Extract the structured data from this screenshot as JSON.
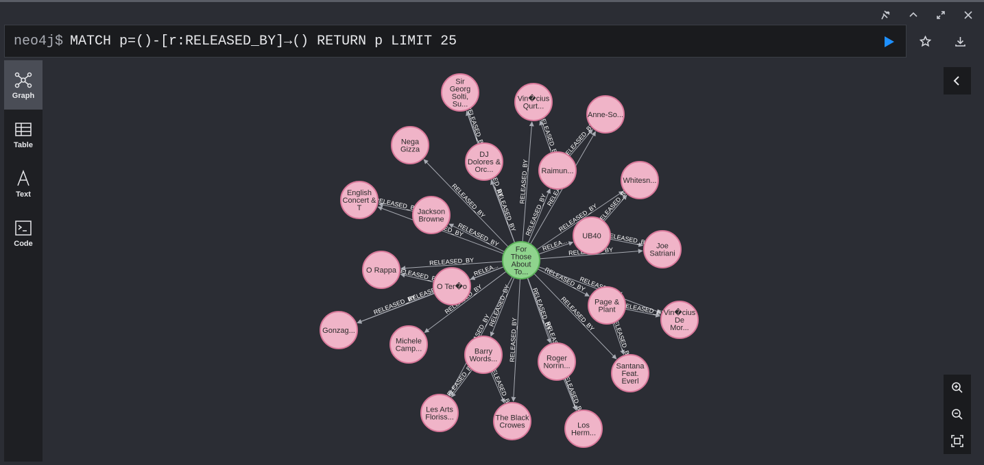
{
  "window": {
    "controls": [
      {
        "name": "pin-icon"
      },
      {
        "name": "chevron-up-icon"
      },
      {
        "name": "expand-icon"
      },
      {
        "name": "close-icon"
      }
    ]
  },
  "query_bar": {
    "prompt": "neo4j$",
    "query": "MATCH p=()-[r:RELEASED_BY]→() RETURN p LIMIT 25"
  },
  "actions": {
    "run": "play-icon",
    "favorite": "star-icon",
    "download": "download-icon"
  },
  "rail": {
    "items": [
      {
        "label": "Graph",
        "icon": "graph-icon",
        "active": true
      },
      {
        "label": "Table",
        "icon": "table-icon",
        "active": false
      },
      {
        "label": "Text",
        "icon": "text-icon",
        "active": false
      },
      {
        "label": "Code",
        "icon": "code-icon",
        "active": false
      }
    ]
  },
  "graph": {
    "center": {
      "label": [
        "For",
        "Those",
        "About",
        "To..."
      ],
      "color": "#8fd48d",
      "stroke": "#5db35b"
    },
    "node_color": "#f0b4c8",
    "node_stroke": "#d9789a",
    "edge_color": "#a8abb3",
    "relationship": "RELEASED_BY",
    "relationship_short": "RELEA...",
    "nodes": [
      {
        "id": "sir-georg",
        "label": [
          "Sir",
          "Georg",
          "Solti,",
          "Su..."
        ]
      },
      {
        "id": "vinicius-qurt",
        "label": [
          "Vin�cius",
          "Qurt..."
        ]
      },
      {
        "id": "anne-so",
        "label": [
          "Anne-So..."
        ]
      },
      {
        "id": "nega-gizza",
        "label": [
          "Nega",
          "Gizza"
        ]
      },
      {
        "id": "dj-dolores",
        "label": [
          "DJ",
          "Dolores &",
          "Orc..."
        ]
      },
      {
        "id": "raimun",
        "label": [
          "Raimun..."
        ]
      },
      {
        "id": "whitesn",
        "label": [
          "Whitesn..."
        ]
      },
      {
        "id": "english-concert",
        "label": [
          "English",
          "Concert &",
          "T"
        ]
      },
      {
        "id": "jackson-browne",
        "label": [
          "Jackson",
          "Browne"
        ]
      },
      {
        "id": "ub40",
        "label": [
          "UB40"
        ]
      },
      {
        "id": "joe-satriani",
        "label": [
          "Joe",
          "Satriani"
        ]
      },
      {
        "id": "o-rappa",
        "label": [
          "O Rappa"
        ]
      },
      {
        "id": "o-terco",
        "label": [
          "O Ter�o"
        ]
      },
      {
        "id": "page-plant",
        "label": [
          "Page &",
          "Plant"
        ]
      },
      {
        "id": "vinicius-de-mor",
        "label": [
          "Vin�cius",
          "De",
          "Mor..."
        ]
      },
      {
        "id": "gonzag",
        "label": [
          "Gonzag..."
        ]
      },
      {
        "id": "michele-camp",
        "label": [
          "Michele",
          "Camp..."
        ]
      },
      {
        "id": "barry-words",
        "label": [
          "Barry",
          "Words..."
        ]
      },
      {
        "id": "roger-norrin",
        "label": [
          "Roger",
          "Norrin..."
        ]
      },
      {
        "id": "santana",
        "label": [
          "Santana",
          "Feat.",
          "Everl"
        ]
      },
      {
        "id": "les-arts",
        "label": [
          "Les Arts",
          "Floriss..."
        ]
      },
      {
        "id": "black-crowes",
        "label": [
          "The Black",
          "Crowes"
        ]
      },
      {
        "id": "los-herm",
        "label": [
          "Los",
          "Herm..."
        ]
      }
    ]
  },
  "zoom": {
    "in": "zoom-in-icon",
    "out": "zoom-out-icon",
    "fit": "fit-screen-icon"
  }
}
